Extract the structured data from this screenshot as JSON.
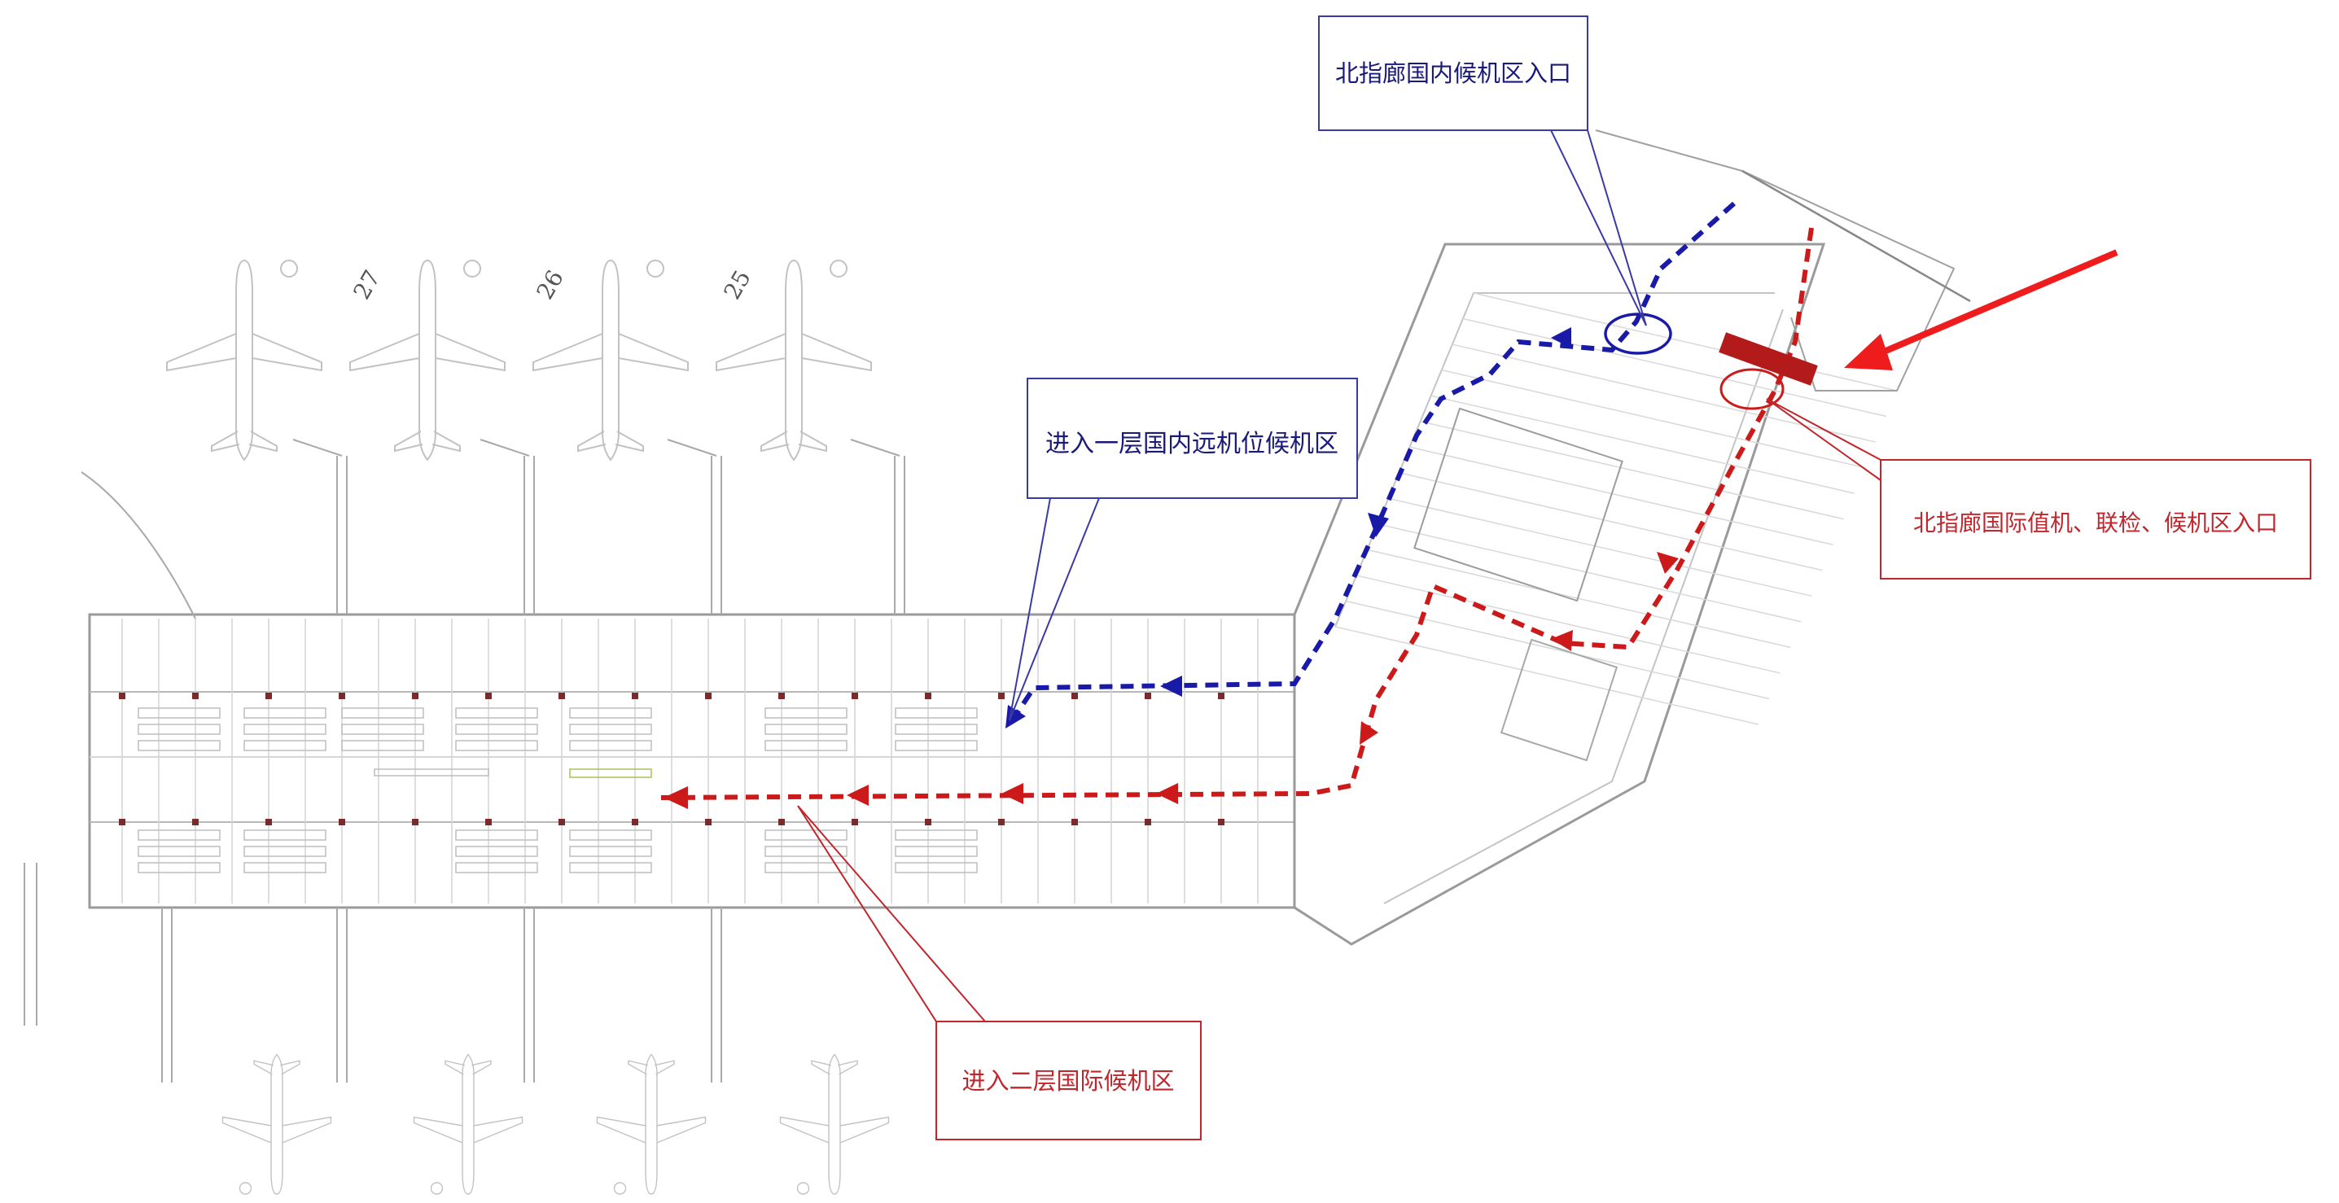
{
  "diagram": {
    "gate_numbers": [
      "27",
      "26",
      "25"
    ],
    "callouts": {
      "north_domestic_entrance": "北指廊国内候机区入口",
      "floor1_domestic_remote": "进入一层国内远机位候机区",
      "north_international_entrance": "北指廊国际值机、联检、候机区入口",
      "floor2_international": "进入二层国际候机区"
    },
    "colors": {
      "domestic_route": "#1a1aa8",
      "international_route": "#cc1a1a",
      "callout_blue": "#3a3aa6",
      "callout_red": "#c0272d",
      "pointer_arrow": "#ee1c1c",
      "barrier": "#b31b1b",
      "plan_lines": "#b8b8b8"
    }
  }
}
